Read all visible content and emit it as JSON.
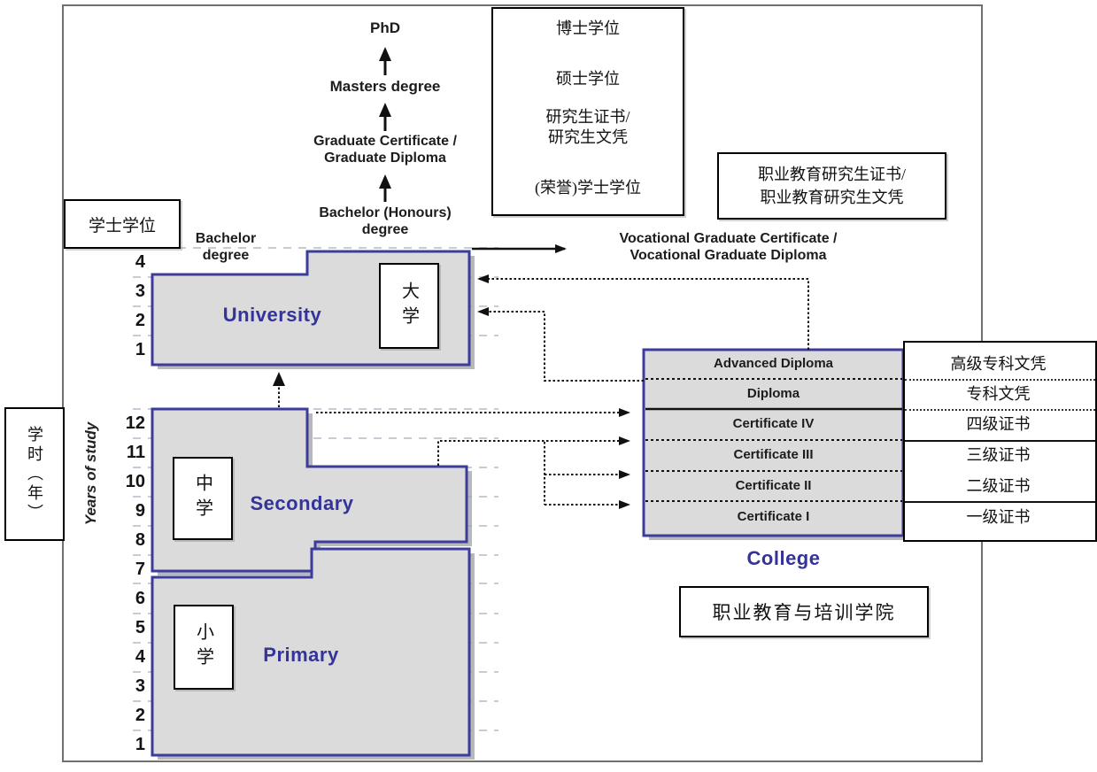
{
  "axis": {
    "label_en": "Years of study",
    "label_cn": "学时（年）",
    "university_years": [
      "4",
      "3",
      "2",
      "1"
    ],
    "secondary_years": [
      "12",
      "11",
      "10",
      "9",
      "8",
      "7"
    ],
    "primary_years": [
      "6",
      "5",
      "4",
      "3",
      "2",
      "1"
    ]
  },
  "higher_ed_pathway": {
    "phd": "PhD",
    "masters": "Masters degree",
    "grad_cert_line1": "Graduate Certificate /",
    "grad_cert_line2": "Graduate Diploma",
    "bachelor_hons_line1": "Bachelor (Honours)",
    "bachelor_hons_line2": "degree",
    "bachelor_line1": "Bachelor",
    "bachelor_line2": "degree"
  },
  "vocational": {
    "line1": "Vocational Graduate Certificate /",
    "line2": "Vocational Graduate Diploma"
  },
  "translations": {
    "top_box_lines": [
      "博士学位",
      "硕士学位",
      "研究生证书/",
      "研究生文凭",
      "(荣誉)学士学位"
    ],
    "bachelor_box": "学士学位",
    "vocational_box_line1": "职业教育研究生证书/",
    "vocational_box_line2": "职业教育研究生文凭",
    "college_box": "职业教育与培训学院"
  },
  "sectors": {
    "university": {
      "label": "University",
      "cn": "大学"
    },
    "secondary": {
      "label": "Secondary",
      "cn": "中学"
    },
    "primary": {
      "label": "Primary",
      "cn": "小学"
    }
  },
  "college": {
    "label": "College",
    "rows": [
      {
        "en": "Advanced Diploma",
        "cn": "高级专科文凭"
      },
      {
        "en": "Diploma",
        "cn": "专科文凭"
      },
      {
        "en": "Certificate IV",
        "cn": "四级证书"
      },
      {
        "en": "Certificate III",
        "cn": "三级证书"
      },
      {
        "en": "Certificate II",
        "cn": "二级证书"
      },
      {
        "en": "Certificate I",
        "cn": "一级证书"
      }
    ]
  },
  "colors": {
    "sector_fill": "#dbdbdb",
    "sector_border": "#3c3c9c",
    "label_navy": "#333399",
    "shadow": "#a0a0a0",
    "grid": "#c7cbd6",
    "arrow": "#111111"
  }
}
